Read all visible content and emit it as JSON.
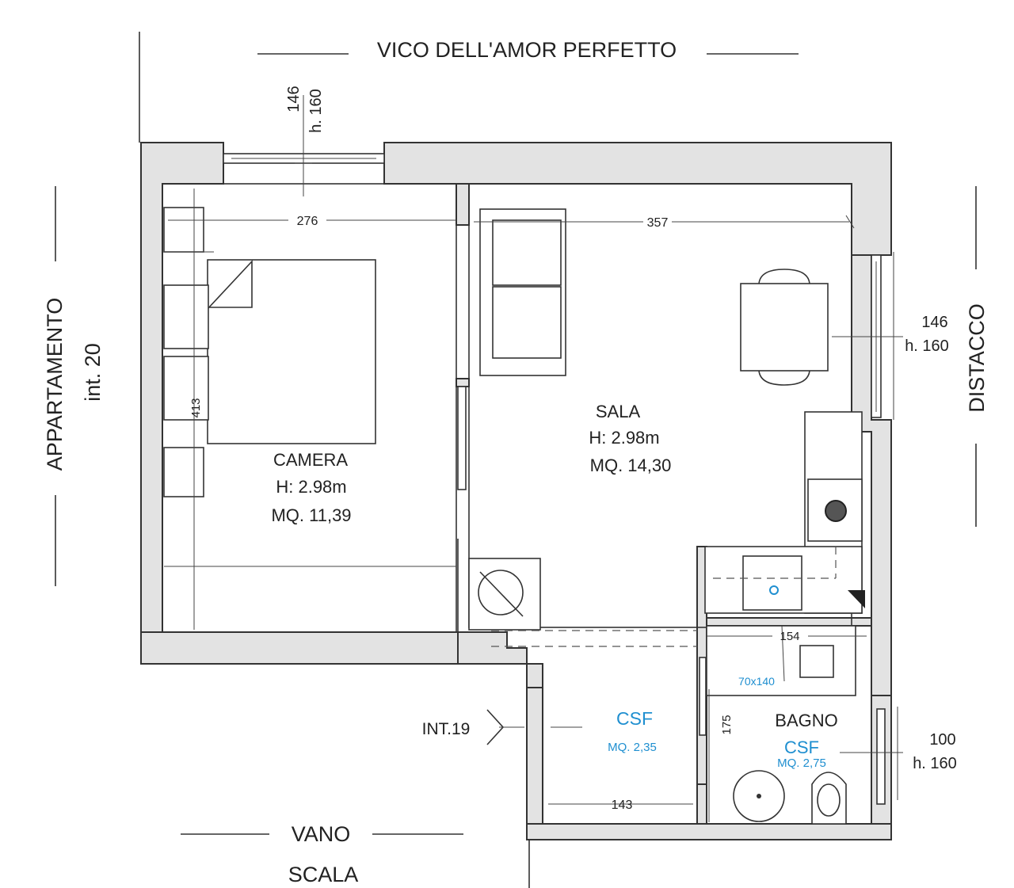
{
  "street": {
    "top": "VICO DELL'AMOR PERFETTO",
    "right": "DISTACCO",
    "left_line1": "APPARTAMENTO",
    "left_line2": "int. 20",
    "bottom_line1": "VANO",
    "bottom_line2": "SCALA",
    "entrance": "INT.19"
  },
  "rooms": {
    "camera": {
      "name": "CAMERA",
      "height": "H: 2.98m",
      "area": "MQ. 11,39"
    },
    "sala": {
      "name": "SALA",
      "height": "H: 2.98m",
      "area": "MQ. 14,30"
    },
    "bagno": {
      "name": "BAGNO",
      "csf": "CSF",
      "area": "MQ. 2,75"
    },
    "corridor": {
      "csf": "CSF",
      "area": "MQ. 2,35"
    }
  },
  "dimensions": {
    "camera_width": "276",
    "sala_width": "357",
    "camera_depth": "413",
    "window_top_w": "146",
    "window_top_h": "h. 160",
    "window_right_w": "146",
    "window_right_h": "h. 160",
    "window_bath_w": "100",
    "window_bath_h": "h. 160",
    "bath_width": "154",
    "shower": "70x140",
    "bath_depth": "175",
    "corridor_width": "143"
  },
  "colors": {
    "wall": "#e3e3e3",
    "line": "#333333",
    "annotation_blue": "#1f8fd0"
  }
}
